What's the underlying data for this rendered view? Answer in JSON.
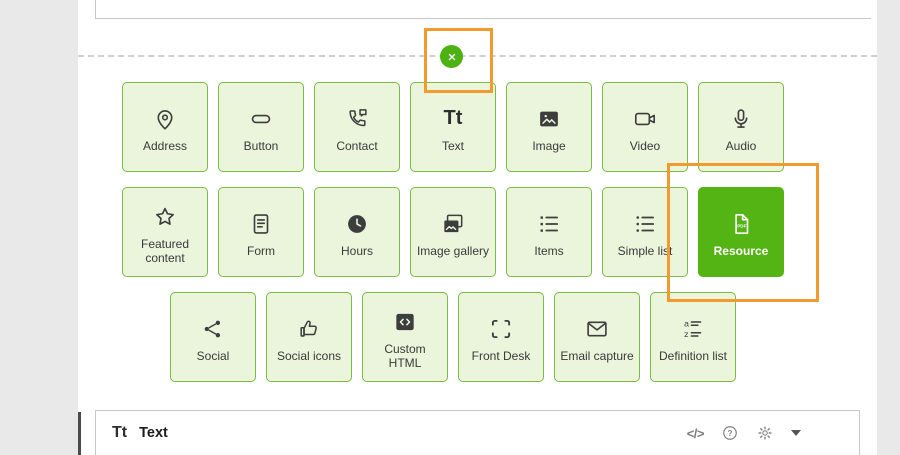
{
  "view": {
    "name": "content-block-picker"
  },
  "close_button": {
    "icon": "x-icon"
  },
  "annotations": {
    "highlight_color": "#F29A2E",
    "boxes": [
      "close-button",
      "resource-tile"
    ]
  },
  "grid": {
    "rows": [
      {
        "tiles": [
          {
            "label": "Address",
            "icon": "map-pin"
          },
          {
            "label": "Button",
            "icon": "button-pill"
          },
          {
            "label": "Contact",
            "icon": "phone-chat"
          },
          {
            "label": "Text",
            "icon": "text-tt"
          },
          {
            "label": "Image",
            "icon": "image"
          },
          {
            "label": "Video",
            "icon": "video-camera"
          },
          {
            "label": "Audio",
            "icon": "microphone"
          }
        ]
      },
      {
        "tiles": [
          {
            "label": "Featured content",
            "icon": "star"
          },
          {
            "label": "Form",
            "icon": "form-document"
          },
          {
            "label": "Hours",
            "icon": "clock"
          },
          {
            "label": "Image gallery",
            "icon": "photo-stack"
          },
          {
            "label": "Items",
            "icon": "bullet-list"
          },
          {
            "label": "Simple list",
            "icon": "dot-list"
          },
          {
            "label": "Resource",
            "icon": "pdf-file",
            "selected": true
          }
        ]
      },
      {
        "tiles": [
          {
            "label": "Social",
            "icon": "share-nodes"
          },
          {
            "label": "Social icons",
            "icon": "thumbs-up"
          },
          {
            "label": "Custom HTML",
            "icon": "code-box"
          },
          {
            "label": "Front Desk",
            "icon": "frame-corners"
          },
          {
            "label": "Email capture",
            "icon": "envelope"
          },
          {
            "label": "Definition list",
            "icon": "definition-list"
          }
        ]
      }
    ]
  },
  "bottom_bar": {
    "title": "Text",
    "actions": [
      {
        "name": "code-view"
      },
      {
        "name": "help"
      },
      {
        "name": "settings"
      },
      {
        "name": "collapse"
      }
    ]
  },
  "icons": {
    "text_glyph": "Tt",
    "code_glyph": "</>",
    "help_glyph": "?",
    "pdf_glyph": "PDF",
    "definition_letters": [
      "a",
      "z"
    ]
  },
  "colors": {
    "tile_bg": "#EAF5DC",
    "tile_border": "#79BC3F",
    "selected_green": "#53B413",
    "close_green": "#4CB211",
    "highlight_orange": "#F29A2E"
  }
}
